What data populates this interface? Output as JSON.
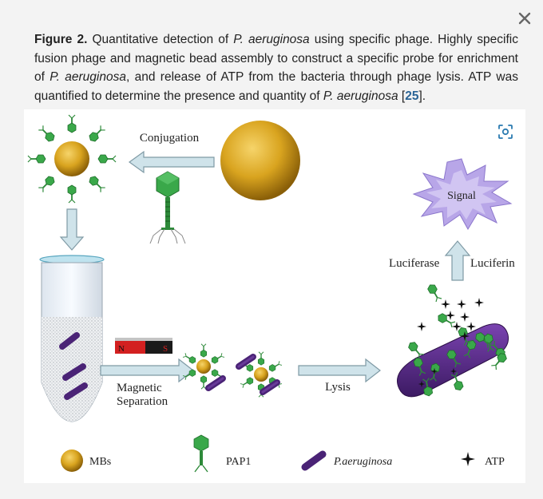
{
  "caption": {
    "figure_label": "Figure 2.",
    "text_parts": [
      " Quantitative detection of ",
      "P. aeruginosa",
      " using specific phage. Highly specific fusion phage and magnetic bead assembly to construct a specific probe for enrichment of ",
      "P. aeruginosa",
      ", and release of ATP from the bacteria through phage lysis. ATP was quantified to determine the presence and quantity of ",
      "P. aeruginosa",
      " ["
    ],
    "ref_link": "25",
    "text_end": "]."
  },
  "figure": {
    "conjugation": "Conjugation",
    "magnetic_separation_line1": "Magnetic",
    "magnetic_separation_line2": "Separation",
    "lysis": "Lysis",
    "luciferase": "Luciferase",
    "luciferin": "Luciferin",
    "signal": "Signal",
    "magnet_n": "N",
    "magnet_s": "S",
    "legend": {
      "mbs": "MBs",
      "pap1": "PAP1",
      "paeruginosa": "P.aeruginosa",
      "atp": "ATP"
    }
  },
  "colors": {
    "accent_link": "#2a6496",
    "bacteria": "#5a2a86",
    "phage_head": "#2e9e3e",
    "arrow_fill": "#cfe3ea",
    "signal_purple": "#b8a6e8"
  }
}
